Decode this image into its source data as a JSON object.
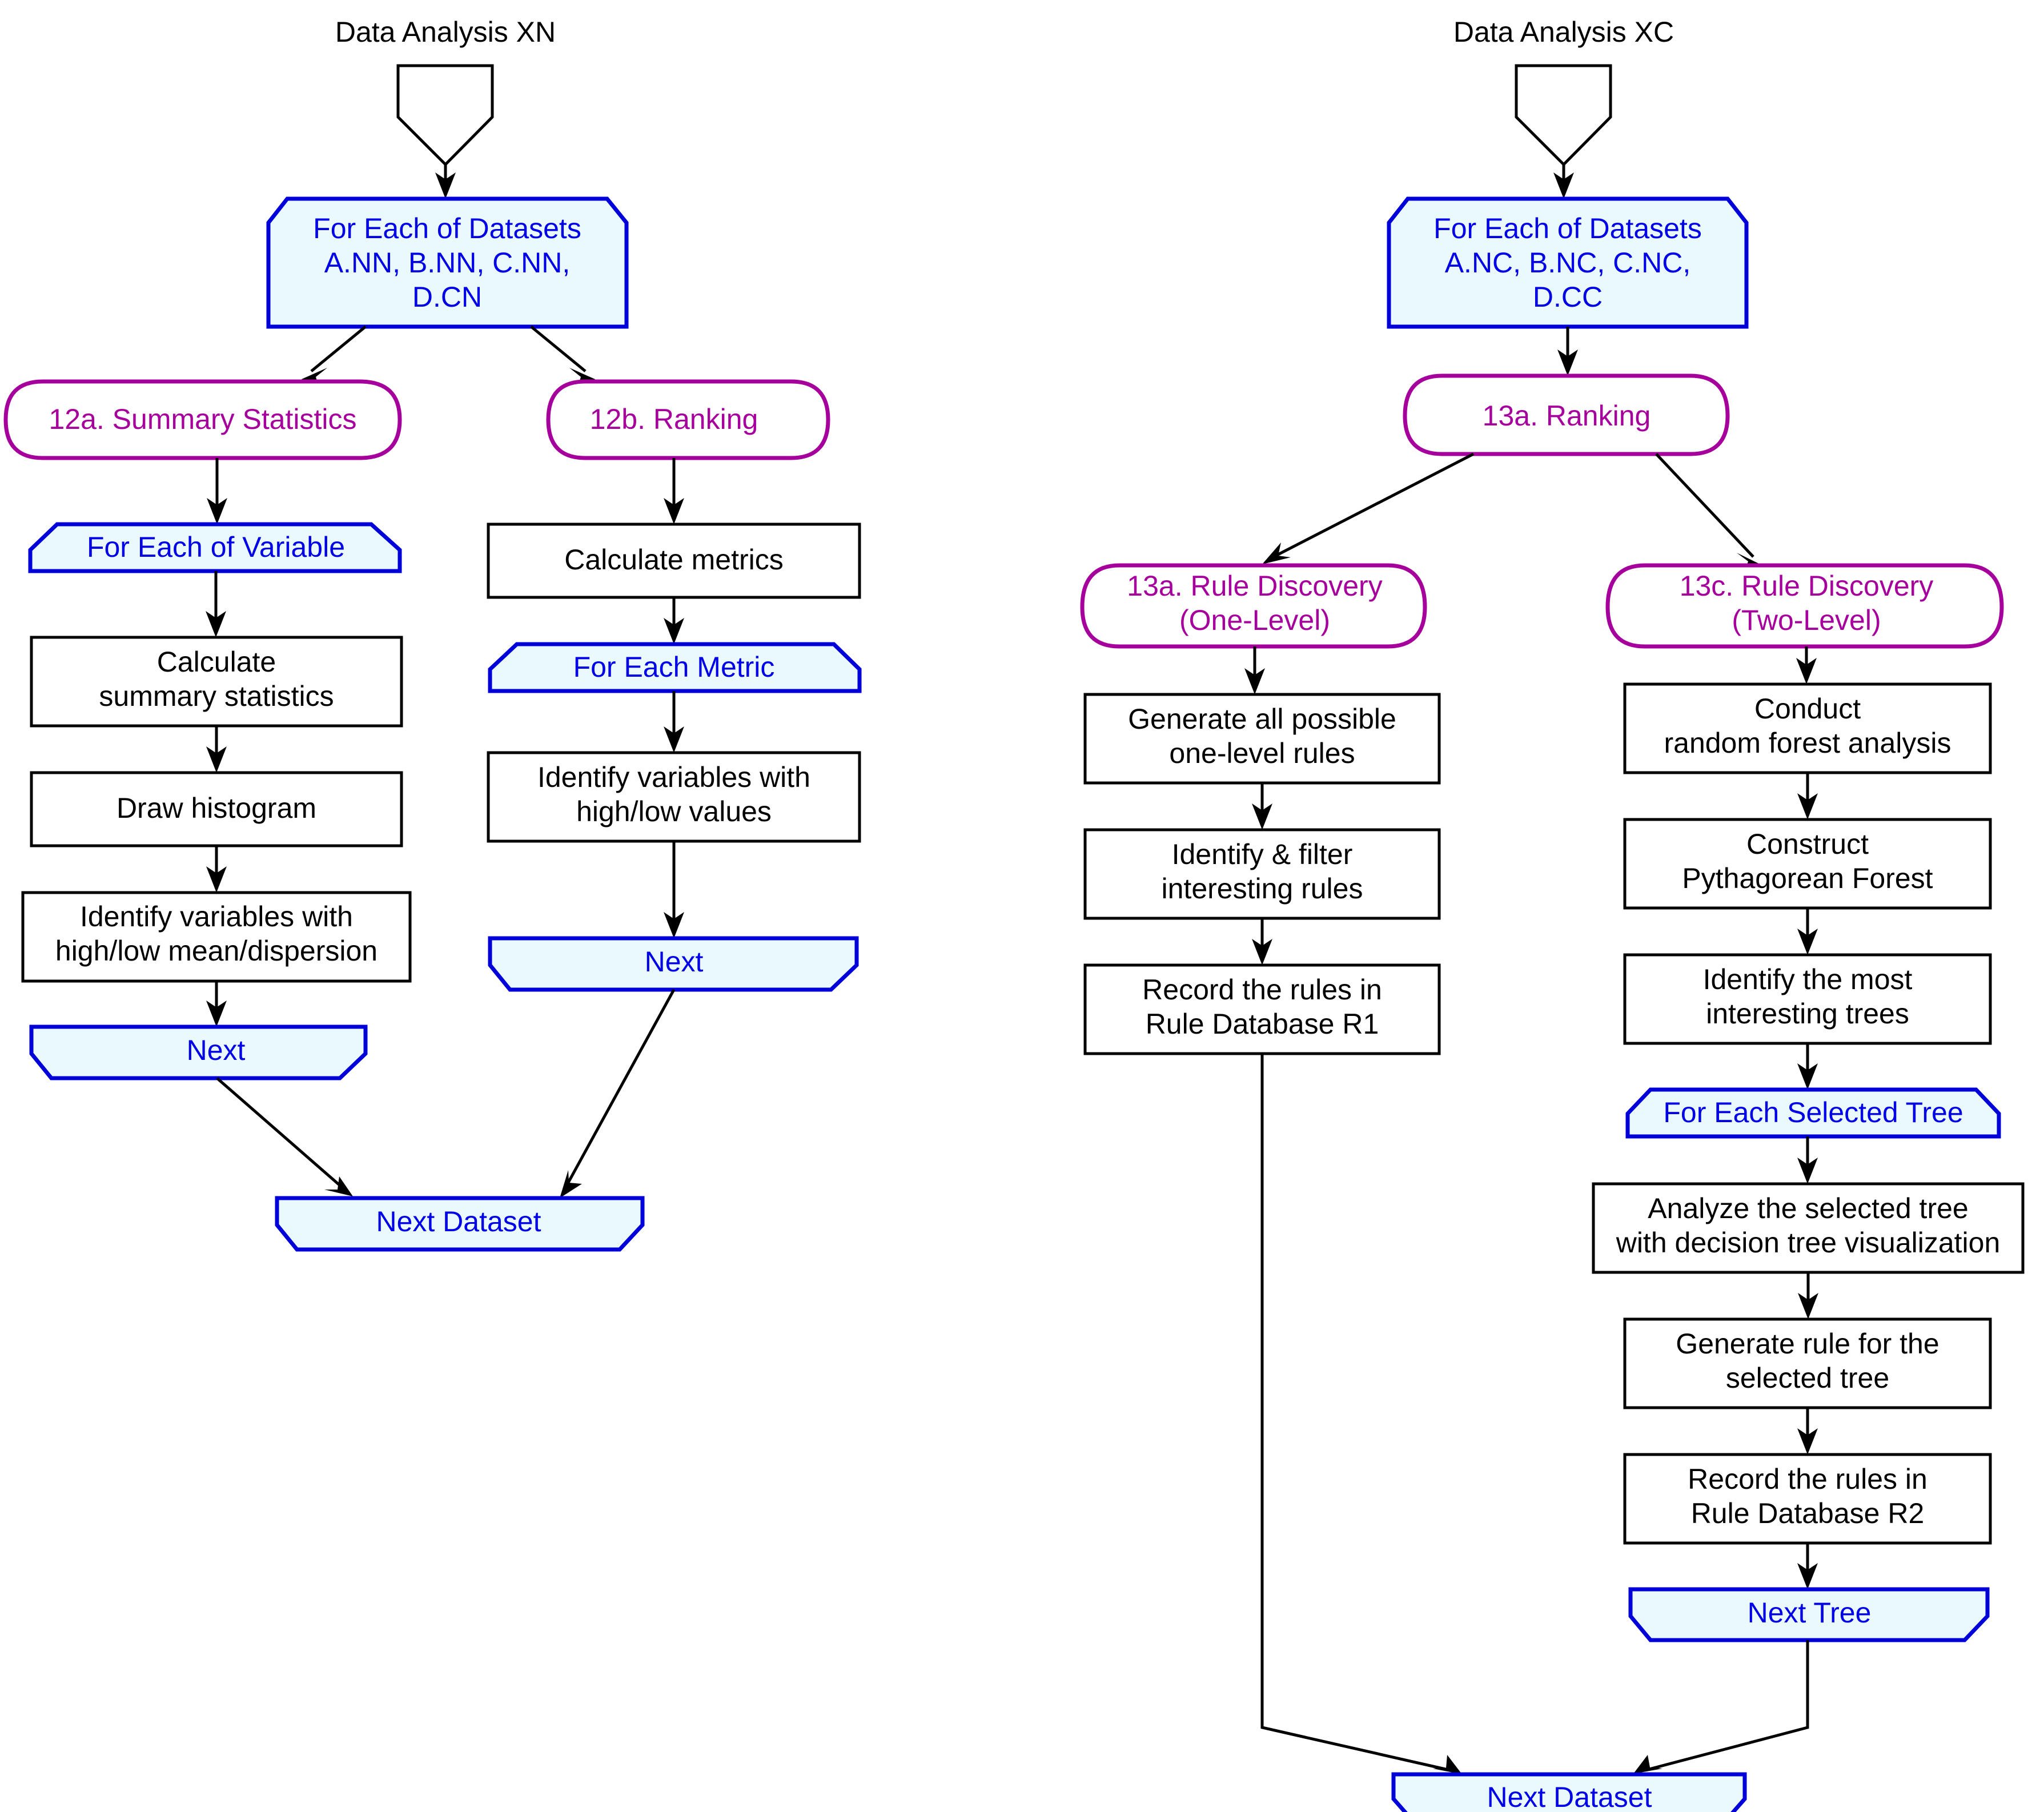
{
  "diagram": {
    "type": "flowchart",
    "title_left": "Data Analysis XN",
    "title_right": "Data Analysis XC",
    "colors": {
      "loop_stroke": "#0000d8",
      "loop_fill": "#e9f9fd",
      "loop_text": "#0000e6",
      "stage_stroke": "#a6009c",
      "stage_text": "#a6009c",
      "process_stroke": "#000000",
      "process_text": "#000000",
      "edge": "#000000",
      "background": "#ffffff"
    }
  },
  "left_column": {
    "entry_label": "Data Analysis XN",
    "loop_datasets": {
      "line1": "For Each of Datasets",
      "line2": "A.NN, B.NN, C.NN,",
      "line3": "D.CN"
    },
    "branch_a": {
      "stage": "12a. Summary Statistics",
      "loop_variable": "For Each of Variable",
      "steps": [
        {
          "line1": "Calculate",
          "line2": "summary statistics"
        },
        {
          "line1": "Draw histogram",
          "line2": ""
        },
        {
          "line1": "Identify variables with",
          "line2": "high/low mean/dispersion"
        }
      ],
      "loop_end": "Next"
    },
    "branch_b": {
      "stage": "12b. Ranking",
      "step_calculate": {
        "line1": "Calculate metrics",
        "line2": ""
      },
      "loop_metric": "For Each Metric",
      "step_identify": {
        "line1": "Identify variables with",
        "line2": "high/low values"
      },
      "loop_end": "Next"
    },
    "loop_end_dataset": "Next Dataset"
  },
  "right_column": {
    "entry_label": "Data Analysis XC",
    "loop_datasets": {
      "line1": "For Each of Datasets",
      "line2": "A.NC, B.NC, C.NC,",
      "line3": "D.CC"
    },
    "stage_ranking": "13a. Ranking",
    "branch_one_level": {
      "stage_line1": "13a. Rule Discovery",
      "stage_line2": "(One-Level)",
      "steps": [
        {
          "line1": "Generate all possible",
          "line2": "one-level rules"
        },
        {
          "line1": "Identify & filter",
          "line2": "interesting rules"
        },
        {
          "line1": "Record the rules in",
          "line2": "Rule Database R1"
        }
      ]
    },
    "branch_two_level": {
      "stage_line1": "13c. Rule Discovery",
      "stage_line2": "(Two-Level)",
      "steps_before_loop": [
        {
          "line1": "Conduct",
          "line2": "random forest analysis"
        },
        {
          "line1": "Construct",
          "line2": "Pythagorean Forest"
        },
        {
          "line1": "Identify the most",
          "line2": "interesting trees"
        }
      ],
      "loop_tree": "For Each Selected Tree",
      "steps_in_loop": [
        {
          "line1": "Analyze the selected tree",
          "line2": "with decision tree visualization"
        },
        {
          "line1": "Generate rule for the",
          "line2": "selected tree"
        },
        {
          "line1": "Record the rules in",
          "line2": "Rule Database R2"
        }
      ],
      "loop_end": "Next Tree"
    },
    "loop_end_dataset": "Next Dataset"
  }
}
